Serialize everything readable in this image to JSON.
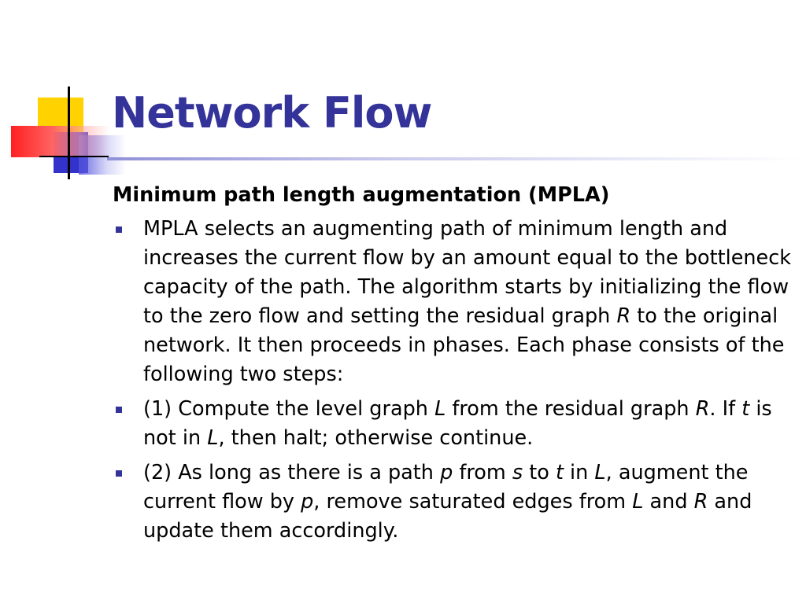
{
  "slide": {
    "title": "Network Flow",
    "subheading": "Minimum path length augmentation (MPLA)",
    "bullets": [
      {
        "segments": [
          {
            "text": "MPLA selects an augmenting path of minimum length and increases the current flow by an amount equal to the bottleneck capacity of the path. The algorithm starts by initializing the flow to the zero flow and setting the residual graph "
          },
          {
            "text": "R",
            "italic": true
          },
          {
            "text": " to the original network. It then proceeds in phases. Each phase consists of the following two steps:"
          }
        ]
      },
      {
        "segments": [
          {
            "text": "(1) Compute the level graph "
          },
          {
            "text": "L",
            "italic": true
          },
          {
            "text": " from the residual graph "
          },
          {
            "text": "R",
            "italic": true
          },
          {
            "text": ". If "
          },
          {
            "text": "t",
            "italic": true
          },
          {
            "text": " is not in "
          },
          {
            "text": "L",
            "italic": true
          },
          {
            "text": ", then halt; otherwise continue."
          }
        ]
      },
      {
        "segments": [
          {
            "text": "(2) As long as there is a path "
          },
          {
            "text": "p",
            "italic": true
          },
          {
            "text": " from "
          },
          {
            "text": "s",
            "italic": true
          },
          {
            "text": " to "
          },
          {
            "text": "t",
            "italic": true
          },
          {
            "text": " in "
          },
          {
            "text": "L",
            "italic": true
          },
          {
            "text": ", augment the current flow by "
          },
          {
            "text": "p",
            "italic": true
          },
          {
            "text": ", remove saturated edges from "
          },
          {
            "text": "L",
            "italic": true
          },
          {
            "text": " and "
          },
          {
            "text": "R",
            "italic": true
          },
          {
            "text": " and update them accordingly."
          }
        ]
      }
    ]
  },
  "colors": {
    "title": "#333399",
    "bullet": "#333399",
    "logo_yellow": "#ffd200",
    "logo_red": "#ff2020",
    "logo_blue": "#3333cc"
  }
}
